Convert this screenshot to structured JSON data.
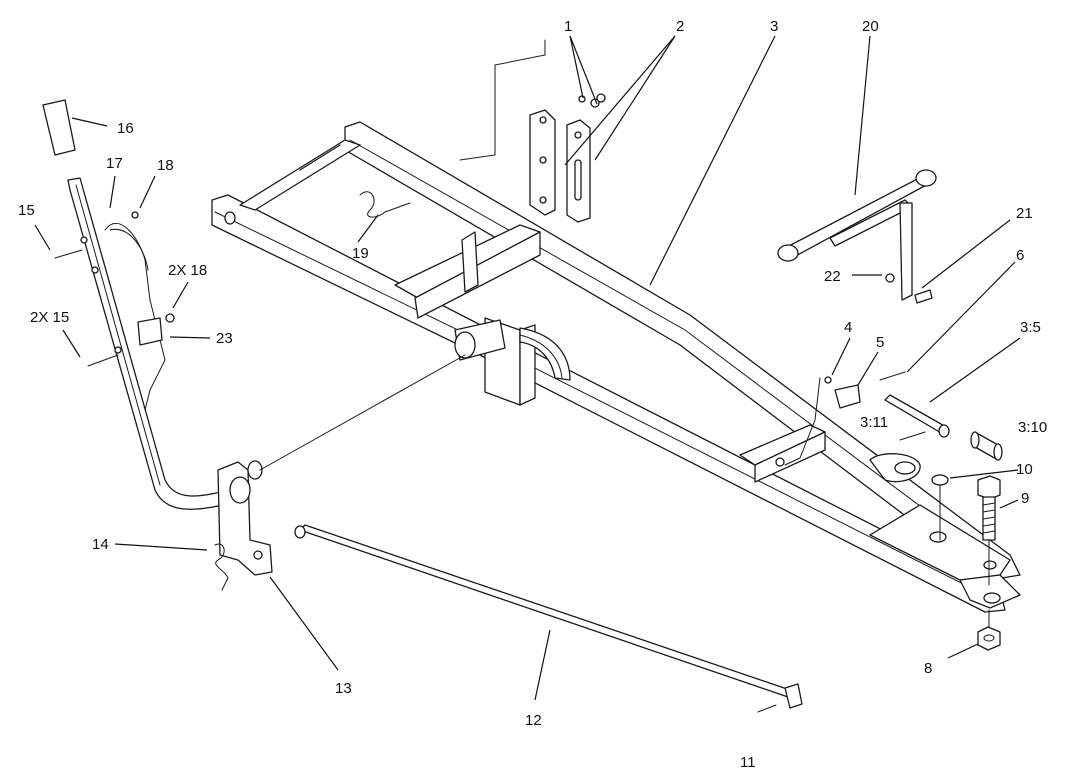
{
  "callouts": [
    {
      "id": "c1",
      "text": "1"
    },
    {
      "id": "c2",
      "text": "2"
    },
    {
      "id": "c3",
      "text": "3"
    },
    {
      "id": "c20",
      "text": "20"
    },
    {
      "id": "c16",
      "text": "16"
    },
    {
      "id": "c17",
      "text": "17"
    },
    {
      "id": "c18",
      "text": "18"
    },
    {
      "id": "c15",
      "text": "15"
    },
    {
      "id": "c2x18",
      "text": "2X 18"
    },
    {
      "id": "c19",
      "text": "19"
    },
    {
      "id": "c21",
      "text": "21"
    },
    {
      "id": "c6",
      "text": "6"
    },
    {
      "id": "c22",
      "text": "22"
    },
    {
      "id": "c2x15",
      "text": "2X 15"
    },
    {
      "id": "c23",
      "text": "23"
    },
    {
      "id": "c4",
      "text": "4"
    },
    {
      "id": "c5",
      "text": "5"
    },
    {
      "id": "c3_5",
      "text": "3:5"
    },
    {
      "id": "c3_11",
      "text": "3:11"
    },
    {
      "id": "c3_10",
      "text": "3:10"
    },
    {
      "id": "c10",
      "text": "10"
    },
    {
      "id": "c9",
      "text": "9"
    },
    {
      "id": "c14",
      "text": "14"
    },
    {
      "id": "c8",
      "text": "8"
    },
    {
      "id": "c13",
      "text": "13"
    },
    {
      "id": "c12",
      "text": "12"
    },
    {
      "id": "c11",
      "text": "11"
    }
  ]
}
